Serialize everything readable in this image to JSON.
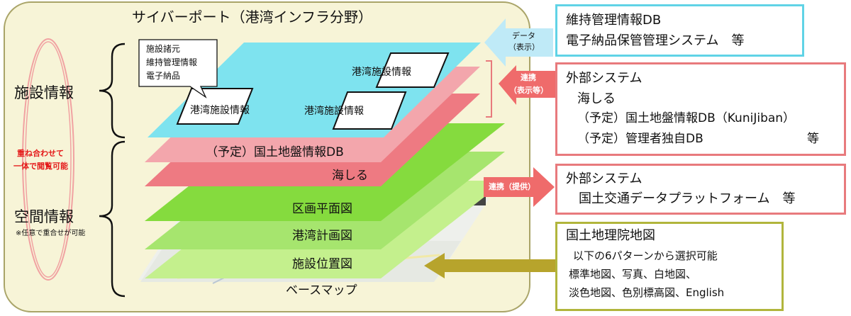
{
  "title": "サイバーポート（港湾インフラ分野）",
  "left": {
    "facility_heading": "施設情報",
    "overlay_line1": "重ね合わせて",
    "overlay_line2": "一体で閲覧可能",
    "spatial_heading": "空間情報",
    "spatial_note": "※任意で重合せが可能"
  },
  "callout": [
    "施設諸元",
    "維持管理情報",
    "電子納品"
  ],
  "facility_cards": [
    "港湾施設情報",
    "港湾施設情報",
    "港湾施設情報"
  ],
  "layers": [
    "（予定）国土地盤情報DB",
    "海しる",
    "区画平面図",
    "港湾計画図",
    "施設位置図",
    "ベースマップ"
  ],
  "arrows": {
    "data_line1": "データ",
    "data_line2": "（表示）",
    "link_line1": "連携",
    "link_line2": "（表示等）",
    "link_provide": "連携（提供）"
  },
  "boxes": {
    "db": [
      "維持管理情報DB",
      "電子納品保管管理システム　等"
    ],
    "external1": [
      "外部システム",
      "海しる",
      "（予定）国土地盤情報DB（KuniJiban）",
      "（予定）管理者独自DB",
      "等"
    ],
    "external2": [
      "外部システム",
      "国土交通データプラットフォーム　等"
    ],
    "gsi": [
      "国土地理院地図",
      "以下の6パターンから選択可能",
      "標準地図、写真、白地図、",
      "淡色地図、色別標高図、English"
    ]
  },
  "colors": {
    "panel_bg": "#f7f4d7",
    "panel_border": "#a9a468",
    "facility_layer": "#7ee3ef",
    "geo_layer": "#f3a6ac",
    "umishiru_layer": "#ee7a82",
    "district_layer": "#85db3e",
    "plan_layer": "#a6e56e",
    "location_layer": "#c4f08d",
    "cyan_border": "#60d3e6",
    "red_border": "#e87a7d",
    "olive_border": "#b1b53c",
    "olive_arrow": "#b7a42c"
  }
}
